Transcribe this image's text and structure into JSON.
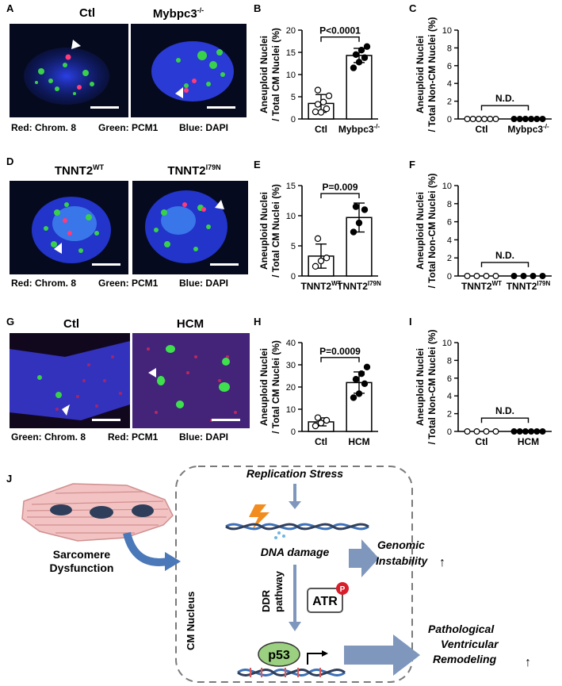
{
  "panels": {
    "A": {
      "label": "A",
      "left_title": "Ctl",
      "right_title_base": "Mybpc3",
      "right_title_sup": "-/-",
      "captions": [
        "Red: Chrom. 8",
        "Green: PCM1",
        "Blue: DAPI"
      ]
    },
    "B": {
      "label": "B"
    },
    "C": {
      "label": "C"
    },
    "D": {
      "label": "D",
      "left_title_base": "TNNT2",
      "left_title_sup": "WT",
      "right_title_base": "TNNT2",
      "right_title_sup": "I79N",
      "captions": [
        "Red: Chrom. 8",
        "Green: PCM1",
        "Blue: DAPI"
      ]
    },
    "E": {
      "label": "E"
    },
    "F": {
      "label": "F"
    },
    "G": {
      "label": "G",
      "left_title": "Ctl",
      "right_title": "HCM",
      "captions": [
        "Green: Chrom. 8",
        "Red: PCM1",
        "Blue: DAPI"
      ]
    },
    "H": {
      "label": "H"
    },
    "I": {
      "label": "I"
    },
    "J": {
      "label": "J"
    }
  },
  "chart_data": [
    {
      "id": "B",
      "type": "bar",
      "ylabel_1": "Aneuploid Nuclei",
      "ylabel_2": "/ Total CM Nuclei (%)",
      "ylim": [
        0,
        20
      ],
      "yticks": [
        0,
        5,
        10,
        15,
        20
      ],
      "categories": [
        {
          "base": "Ctl",
          "sup": ""
        },
        {
          "base": "Mybpc3",
          "sup": "-/-"
        }
      ],
      "values": [
        3.5,
        14.3
      ],
      "errors": [
        2.0,
        1.6
      ],
      "points": [
        [
          1.6,
          1.5,
          2.3,
          3.3,
          3.8,
          5.2,
          6.5
        ],
        [
          11.5,
          12.8,
          13.8,
          14.5,
          15.5,
          16.3
        ]
      ],
      "filled": [
        false,
        true
      ],
      "annotation": "P<0.0001"
    },
    {
      "id": "C",
      "type": "scatter",
      "ylabel_1": "Aneuploid Nuclei",
      "ylabel_2": "/ Total Non-CM Nuclei (%)",
      "ylim": [
        0,
        10
      ],
      "yticks": [
        0,
        2,
        4,
        6,
        8,
        10
      ],
      "categories": [
        {
          "base": "Ctl",
          "sup": ""
        },
        {
          "base": "Mybpc3",
          "sup": "-/-"
        }
      ],
      "counts": [
        6,
        6
      ],
      "filled": [
        false,
        true
      ],
      "annotation": "N.D."
    },
    {
      "id": "E",
      "type": "bar",
      "ylabel_1": "Aneuploid Nuclei",
      "ylabel_2": "/ Total CM Nuclei (%)",
      "ylim": [
        0,
        15
      ],
      "yticks": [
        0,
        5,
        10,
        15
      ],
      "categories": [
        {
          "base": "TNNT2",
          "sup": "WT"
        },
        {
          "base": "TNNT2",
          "sup": "I79N"
        }
      ],
      "values": [
        3.3,
        9.7
      ],
      "errors": [
        2.0,
        2.4
      ],
      "points": [
        [
          1.6,
          2.5,
          3.0,
          6.2
        ],
        [
          7.3,
          8.8,
          11.0,
          11.5
        ]
      ],
      "filled": [
        false,
        true
      ],
      "annotation": "P=0.009"
    },
    {
      "id": "F",
      "type": "scatter",
      "ylabel_1": "Aneuploid Nuclei",
      "ylabel_2": "/ Total Non-CM Nuclei (%)",
      "ylim": [
        0,
        10
      ],
      "yticks": [
        0,
        2,
        4,
        6,
        8,
        10
      ],
      "categories": [
        {
          "base": "TNNT2",
          "sup": "WT"
        },
        {
          "base": "TNNT2",
          "sup": "I79N"
        }
      ],
      "counts": [
        4,
        4
      ],
      "filled": [
        false,
        true
      ],
      "annotation": "N.D."
    },
    {
      "id": "H",
      "type": "bar",
      "ylabel_1": "Aneuploid Nuclei",
      "ylabel_2": "/ Total CM Nuclei (%)",
      "ylim": [
        0,
        40
      ],
      "yticks": [
        0,
        10,
        20,
        30,
        40
      ],
      "categories": [
        {
          "base": "Ctl",
          "sup": ""
        },
        {
          "base": "HCM",
          "sup": ""
        }
      ],
      "values": [
        4.3,
        22.0
      ],
      "errors": [
        1.8,
        4.8
      ],
      "points": [
        [
          2.5,
          3.8,
          5.0,
          6.2
        ],
        [
          15.2,
          17.0,
          21.5,
          23.5,
          26.0,
          29.0
        ]
      ],
      "filled": [
        false,
        true
      ],
      "annotation": "P=0.0009"
    },
    {
      "id": "I",
      "type": "scatter",
      "ylabel_1": "Aneuploid Nuclei",
      "ylabel_2": "/ Total Non-CM Nuclei (%)",
      "ylim": [
        0,
        10
      ],
      "yticks": [
        0,
        2,
        4,
        6,
        8,
        10
      ],
      "categories": [
        {
          "base": "Ctl",
          "sup": ""
        },
        {
          "base": "HCM",
          "sup": ""
        }
      ],
      "counts": [
        4,
        6
      ],
      "filled": [
        false,
        true
      ],
      "annotation": "N.D."
    }
  ],
  "diagram": {
    "sarcomere_1": "Sarcomere",
    "sarcomere_2": "Dysfunction",
    "replication_stress": "Replication Stress",
    "dna_damage": "DNA damage",
    "genomic_1": "Genomic",
    "genomic_2": "Instability",
    "ddr_1": "DDR",
    "ddr_2": "pathway",
    "atr": "ATR",
    "phospho": "P",
    "cm_nucleus": "CM Nucleus",
    "p53": "p53",
    "patho_1": "Pathological",
    "patho_2": "Ventricular",
    "patho_3": "Remodeling",
    "up_arrow": "↑",
    "colors": {
      "arrow_blue": "#7f97bd",
      "cell_pink": "#f3c3c3",
      "dark_blue": "#2f3e5a",
      "p53_green": "#9ad07f",
      "lightning": "#f28c1e"
    }
  }
}
